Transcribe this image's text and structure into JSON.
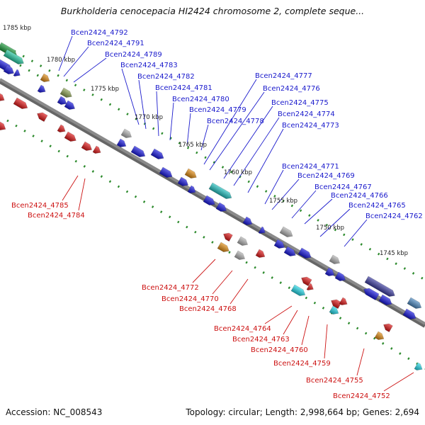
{
  "title": "Burkholderia cenocepacia HI2424 chromosome 2, complete seque...",
  "footer": {
    "accession": "Accession: NC_008543",
    "summary": "Topology: circular; Length: 2,998,664 bp; Genes: 2,694"
  },
  "colors": {
    "forward_gene": "#1515e0",
    "reverse_gene": "#e01515",
    "label_forward": "#1a1acc",
    "label_reverse": "#cc1111",
    "backbone": "#8a8a8a",
    "tick": "#2c8a2c"
  },
  "ruler": [
    "1785 kbp",
    "1780 kbp",
    "1775 kbp",
    "1770 kbp",
    "1765 kbp",
    "1760 kbp",
    "1755 kbp",
    "1750 kbp",
    "1745 kbp"
  ],
  "forward_labels": [
    "Bcen2424_4792",
    "Bcen2424_4791",
    "Bcen2424_4789",
    "Bcen2424_4783",
    "Bcen2424_4782",
    "Bcen2424_4781",
    "Bcen2424_4780",
    "Bcen2424_4779",
    "Bcen2424_4778",
    "Bcen2424_4777",
    "Bcen2424_4776",
    "Bcen2424_4775",
    "Bcen2424_4774",
    "Bcen2424_4773",
    "Bcen2424_4771",
    "Bcen2424_4769",
    "Bcen2424_4767",
    "Bcen2424_4766",
    "Bcen2424_4765",
    "Bcen2424_4762"
  ],
  "reverse_labels": [
    "Bcen2424_4785",
    "Bcen2424_4784",
    "Bcen2424_4772",
    "Bcen2424_4770",
    "Bcen2424_4768",
    "Bcen2424_4764",
    "Bcen2424_4763",
    "Bcen2424_4760",
    "Bcen2424_4759",
    "Bcen2424_4755",
    "Bcen2424_4752"
  ]
}
